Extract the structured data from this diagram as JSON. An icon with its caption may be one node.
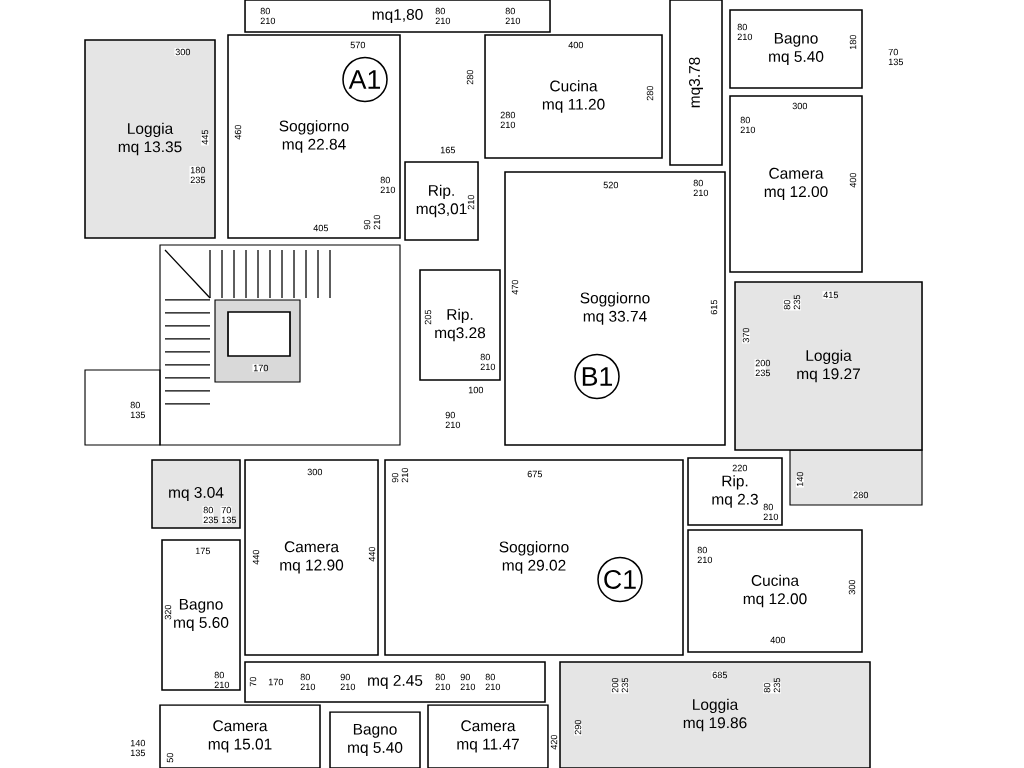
{
  "diagram": {
    "nodes": [
      {
        "text": [
          "mq1,80"
        ]
      },
      {
        "text": [
          "Loggia",
          "mq 13.35"
        ]
      },
      {
        "text": [
          "Soggiorno",
          "mq 22.84"
        ]
      },
      {
        "text": [
          "Cucina",
          "mq 11.20"
        ]
      },
      {
        "text": [
          "mq3.78"
        ]
      },
      {
        "text": [
          "Bagno",
          "mq 5.40"
        ]
      },
      {
        "text": [
          "Camera",
          "mq 12.00"
        ]
      },
      {
        "text": [
          "Rip.",
          "mq3,01"
        ]
      },
      {
        "text": [
          "Soggiorno",
          "mq 33.74"
        ]
      },
      {
        "text": [
          "Rip.",
          "mq3.28"
        ]
      },
      {
        "text": [
          "Loggia",
          "mq 19.27"
        ]
      },
      {
        "text": [
          "mq 3.04"
        ]
      },
      {
        "text": [
          "Camera",
          "mq 12.90"
        ]
      },
      {
        "text": [
          "Bagno",
          "mq 5.60"
        ]
      },
      {
        "text": [
          "Soggiorno",
          "mq 29.02"
        ]
      },
      {
        "text": [
          "Rip.",
          "mq 2.3"
        ]
      },
      {
        "text": [
          "Cucina",
          "mq 12.00"
        ]
      },
      {
        "text": [
          "mq 2.45"
        ]
      },
      {
        "text": [
          "Loggia",
          "mq 19.86"
        ]
      },
      {
        "text": [
          "Camera",
          "mq 15.01"
        ]
      },
      {
        "text": [
          "Bagno",
          "mq 5.40"
        ]
      },
      {
        "text": [
          "Camera",
          "mq 11.47"
        ]
      },
      {
        "text": [
          "A1"
        ],
        "in": 2
      },
      {
        "text": [
          "B1"
        ],
        "in": 8
      },
      {
        "text": [
          "C1"
        ],
        "in": 14
      }
    ],
    "labels": [
      "80 210",
      "80 210",
      "80 210",
      "570",
      "300",
      "400",
      "280",
      "280 210",
      "280",
      "80 210",
      "180",
      "70 135",
      "300",
      "80 210",
      "445",
      "460",
      "180 235",
      "400",
      "165",
      "80 210",
      "210",
      "520",
      "80 210",
      "405",
      "90 210",
      "415",
      "80 235",
      "470",
      "205",
      "615",
      "370",
      "170",
      "80 210",
      "200 235",
      "100",
      "80 135",
      "90 210",
      "90 210",
      "300",
      "675",
      "220",
      "140",
      "280",
      "80 235",
      "70 135",
      "175",
      "440",
      "440",
      "80 210",
      "80 210",
      "320",
      "300",
      "400",
      "80 210",
      "70",
      "170",
      "80 210",
      "90 210",
      "80 210",
      "90 210",
      "80 210",
      "685",
      "200 235",
      "80 235",
      "290",
      "140 135",
      "50",
      "420"
    ]
  }
}
